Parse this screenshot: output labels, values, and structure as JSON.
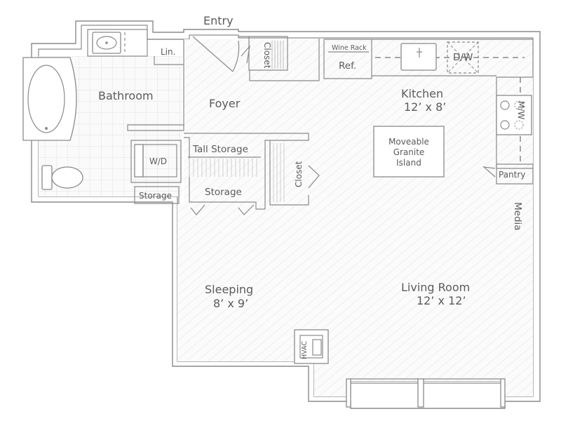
{
  "labels": {
    "entry": "Entry",
    "closet_top": "Closet",
    "linen": "Lin.",
    "bathroom": "Bathroom",
    "foyer": "Foyer",
    "wine_rack": "Wine Rack",
    "refrigerator": "Ref.",
    "dishwasher": "D/W",
    "kitchen": "Kitchen",
    "kitchen_size": "12’ x 8’",
    "microwave": "M/W",
    "island_line1": "Moveable",
    "island_line2": "Granite",
    "island_line3": "Island",
    "pantry": "Pantry",
    "washer_dryer": "W/D",
    "tall_storage": "Tall Storage",
    "storage_center": "Storage",
    "storage_bath": "Storage",
    "closet_mid": "Closet",
    "media": "Media",
    "sleeping": "Sleeping",
    "sleeping_size": "8’ x 9’",
    "living_room": "Living Room",
    "living_size": "12’ x 12’",
    "hvac": "HVAC"
  },
  "colors": {
    "wall": "#8a8a8a",
    "floor_tile": "#e6e6e6",
    "floor_wood": "#ececec",
    "text": "#5b5b5b"
  }
}
